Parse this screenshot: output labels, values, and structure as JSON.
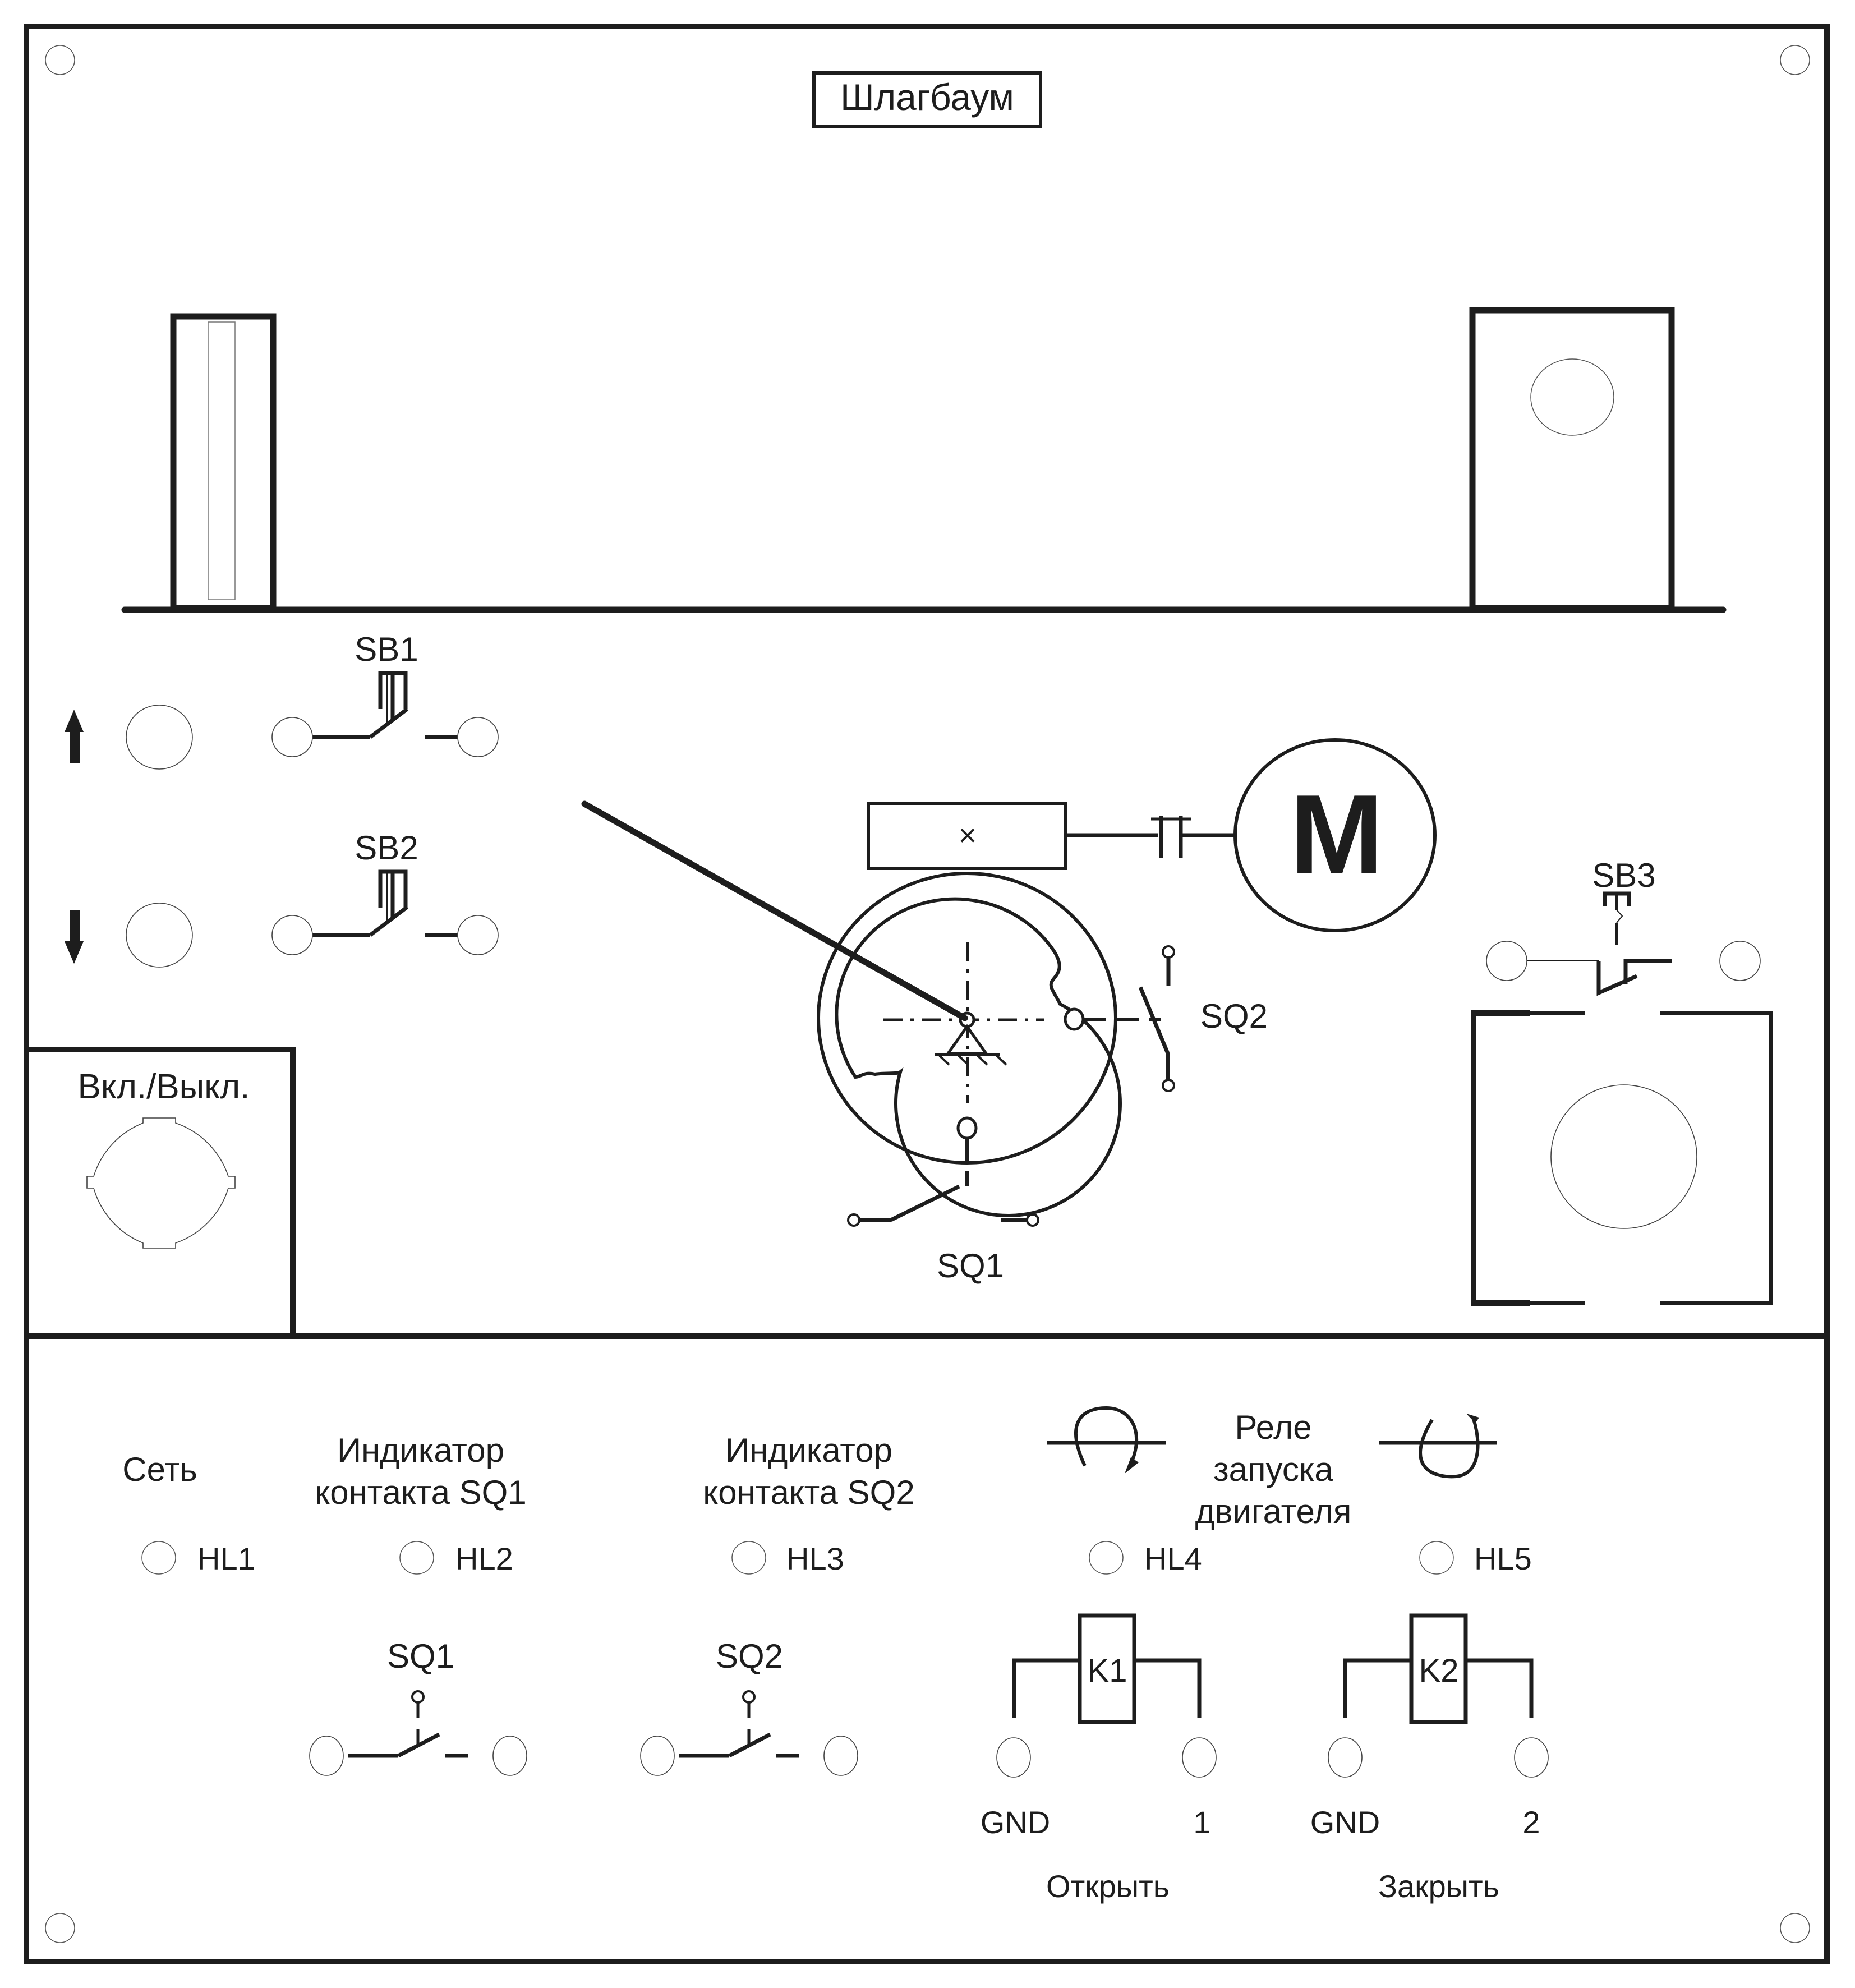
{
  "panel": {
    "title": "Шлагбаум",
    "colors": {
      "ink": "#1d1d1d",
      "background": "#ffffff"
    }
  },
  "upper": {
    "buttons": [
      {
        "id": "SB1",
        "label": "SB1",
        "arrow_icon": "arrow-up-icon",
        "direction": "up"
      },
      {
        "id": "SB2",
        "label": "SB2",
        "arrow_icon": "arrow-down-icon",
        "direction": "down"
      },
      {
        "id": "SB3",
        "label": "SB3"
      }
    ],
    "power_switch": {
      "label": "Вкл./Выкл."
    },
    "mechanism": {
      "motor_label": "M",
      "gearbox_symbol": "×",
      "limit_switches": [
        {
          "id": "SQ1",
          "label": "SQ1"
        },
        {
          "id": "SQ2",
          "label": "SQ2"
        }
      ]
    }
  },
  "lower": {
    "indicators": [
      {
        "id": "HL1",
        "label": "HL1",
        "caption": [
          "Сеть"
        ]
      },
      {
        "id": "HL2",
        "label": "HL2",
        "caption": [
          "Индикатор",
          "контакта SQ1"
        ]
      },
      {
        "id": "HL3",
        "label": "HL3",
        "caption": [
          "Индикатор",
          "контакта SQ2"
        ]
      },
      {
        "id": "HL4",
        "label": "HL4",
        "caption": []
      },
      {
        "id": "HL5",
        "label": "HL5",
        "caption": []
      }
    ],
    "relay_caption": [
      "Реле",
      "запуска",
      "двигателя"
    ],
    "rotation_icons": [
      "rotate-clockwise-icon",
      "rotate-counterclockwise-icon"
    ],
    "switch_contacts": [
      {
        "id": "SQ1",
        "label": "SQ1"
      },
      {
        "id": "SQ2",
        "label": "SQ2"
      }
    ],
    "relays": [
      {
        "id": "K1",
        "label": "K1",
        "left_terminal": "GND",
        "right_terminal": "1",
        "action": "Открыть"
      },
      {
        "id": "K2",
        "label": "K2",
        "left_terminal": "GND",
        "right_terminal": "2",
        "action": "Закрыть"
      }
    ]
  }
}
